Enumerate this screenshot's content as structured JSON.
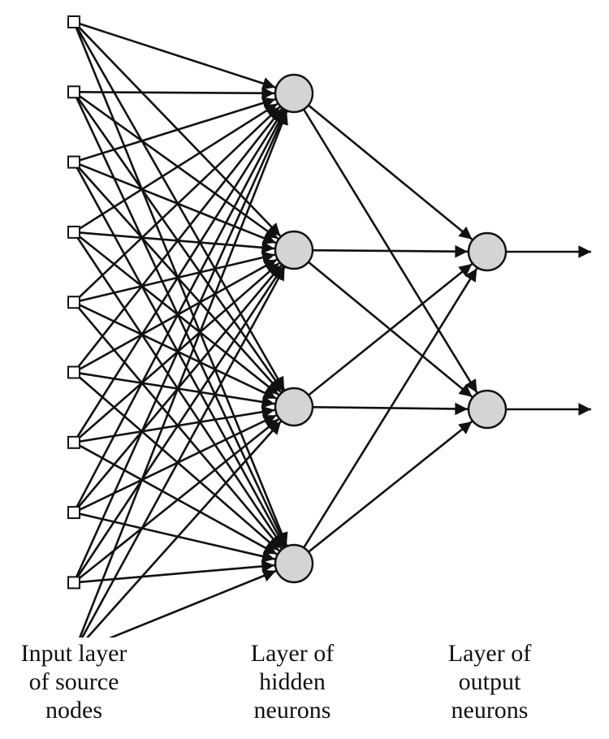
{
  "diagram": {
    "type": "feedforward-neural-network",
    "layers": [
      {
        "id": "input",
        "node_count": 10,
        "node_shape": "square"
      },
      {
        "id": "hidden",
        "node_count": 4,
        "node_shape": "circle"
      },
      {
        "id": "output",
        "node_count": 2,
        "node_shape": "circle"
      }
    ],
    "connectivity": "fully-connected",
    "output_arrows": true
  },
  "colors": {
    "edge": "#111111",
    "neuron_fill": "#d4d4d4",
    "neuron_stroke": "#111111",
    "input_fill": "#ffffff",
    "background": "#ffffff"
  },
  "labels": {
    "input": [
      "Input layer",
      "of source",
      "nodes"
    ],
    "hidden": [
      "Layer of",
      "hidden",
      "neurons"
    ],
    "output": [
      "Layer of",
      "output",
      "neurons"
    ]
  }
}
